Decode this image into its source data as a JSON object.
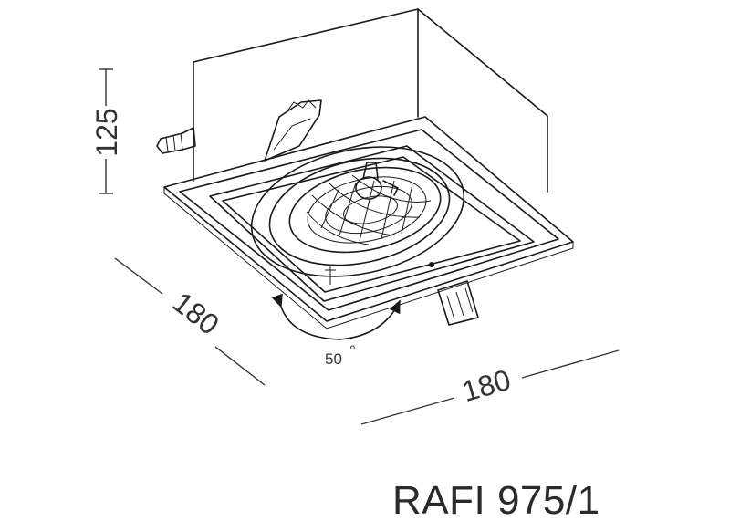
{
  "drawing": {
    "dimensions": {
      "height": "125",
      "depth": "180",
      "width": "180",
      "tilt_angle": "50",
      "tilt_unit": "°"
    },
    "model_name": "RAFI 975/1"
  }
}
